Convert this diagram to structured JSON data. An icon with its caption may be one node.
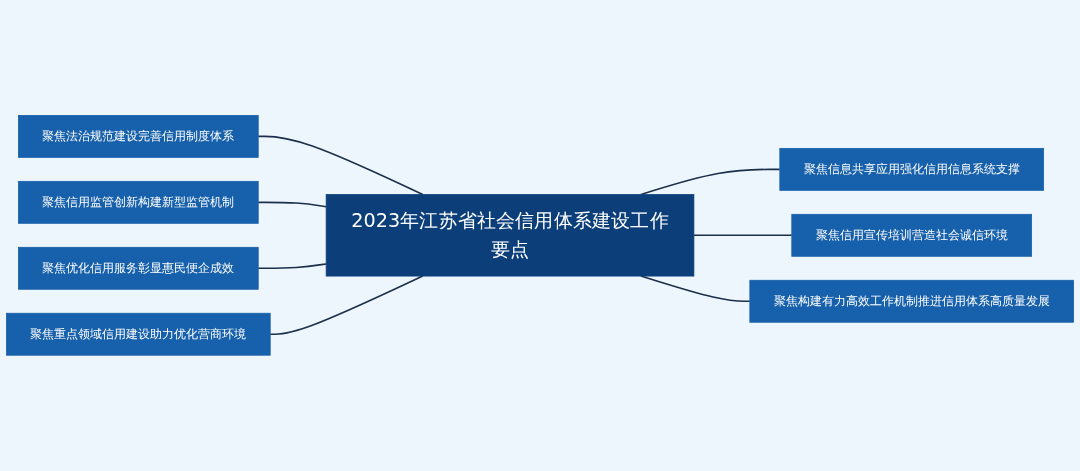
{
  "diagram": {
    "nodes": [
      {
        "text": [
          "2023年江苏省社会信用体系建设工作要点"
        ]
      },
      {
        "text": [
          "聚焦法治规范建设完善信用制度体系"
        ]
      },
      {
        "text": [
          "聚焦信用监管创新构建新型监管机制"
        ]
      },
      {
        "text": [
          "聚焦优化信用服务彰显惠民便企成效"
        ]
      },
      {
        "text": [
          "聚焦重点领域信用建设助力优化营商环境"
        ]
      },
      {
        "text": [
          "聚焦信息共享应用强化信用信息系统支撑"
        ]
      },
      {
        "text": [
          "聚焦信用宣传培训营造社会诚信环境"
        ]
      },
      {
        "text": [
          "聚焦构建有力高效工作机制推进信用体系高质量发展"
        ]
      }
    ],
    "edges": [
      {
        "from": 1,
        "to": 0,
        "arrow": "none"
      },
      {
        "from": 2,
        "to": 0,
        "arrow": "none"
      },
      {
        "from": 3,
        "to": 0,
        "arrow": "none"
      },
      {
        "from": 4,
        "to": 0,
        "arrow": "none"
      },
      {
        "from": 0,
        "to": 5,
        "arrow": "none"
      },
      {
        "from": 0,
        "to": 6,
        "arrow": "none"
      },
      {
        "from": 0,
        "to": 7,
        "arrow": "none"
      }
    ]
  }
}
